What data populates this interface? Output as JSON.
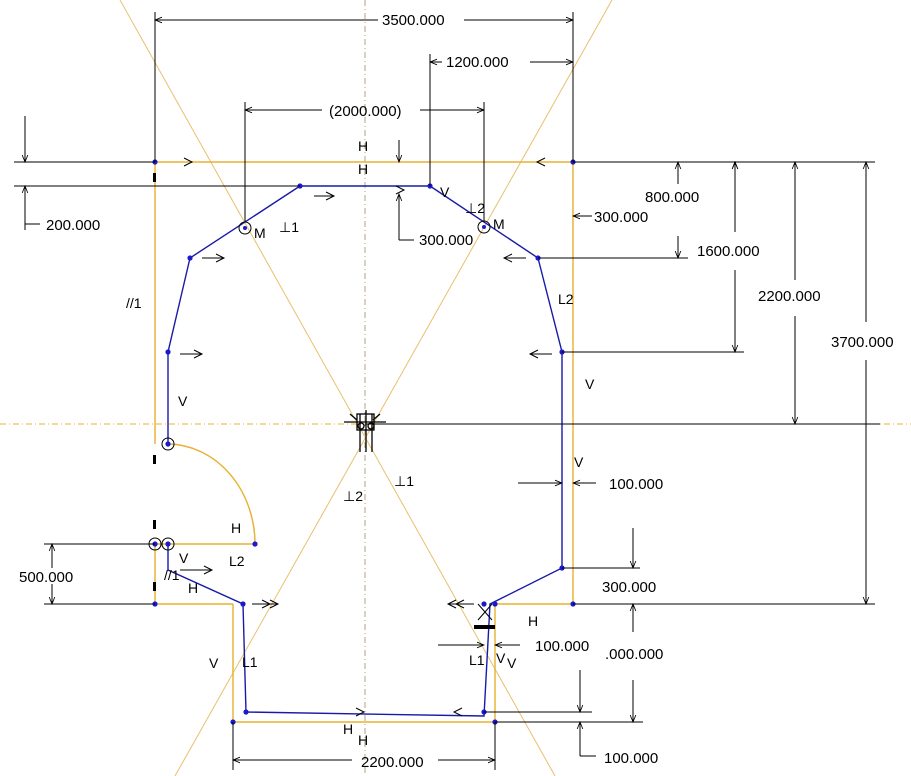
{
  "colors": {
    "background": "#ffffff",
    "reference_geometry": "#e8b030",
    "sketch_geometry": "#1a1aa8",
    "vertices": "#1a1acc",
    "construction_lines": "#e8c070",
    "dimensions": "#000000"
  },
  "dimensions": {
    "width_3500": "3500.000",
    "offset_1200": "1200.000",
    "ref_2000": "(2000.000)",
    "depth_200": "200.000",
    "depth_300_left": "300.000",
    "depth_300_right": "300.000",
    "height_800": "800.000",
    "height_1600": "1600.000",
    "height_2200": "2200.000",
    "height_3700": "3700.000",
    "offset_100_right": "100.000",
    "offset_300_bottom": "300.000",
    "height_500": "500.000",
    "width_100": "100.000",
    "height_1000": ".000.000",
    "depth_100_bottom": "100.000",
    "width_2200": "2200.000"
  },
  "constraints": {
    "h_top_a": "H",
    "h_top_b": "H",
    "v_top": "V",
    "perp_1_top": "⊥1",
    "perp_2_top": "⊥2",
    "mid_left": "M",
    "mid_right": "M",
    "parallel_1": "//1",
    "l2_right": "L2",
    "v_right": "V",
    "v_left": "V",
    "v_right_lower": "V",
    "perp_1_center": "⊥1",
    "perp_2_center": "⊥2",
    "h_arc": "H",
    "l2_arc": "L2",
    "v_small": "V",
    "parallel_1_small": "//1",
    "h_small": "H",
    "h_bottom_right": "H",
    "v_bottom_left": "V",
    "l1_left": "L1",
    "l1_right": "L1",
    "v_bottom_right_a": "V",
    "v_bottom_right_b": "V",
    "h_bottom_a": "H",
    "h_bottom_b": "H"
  }
}
